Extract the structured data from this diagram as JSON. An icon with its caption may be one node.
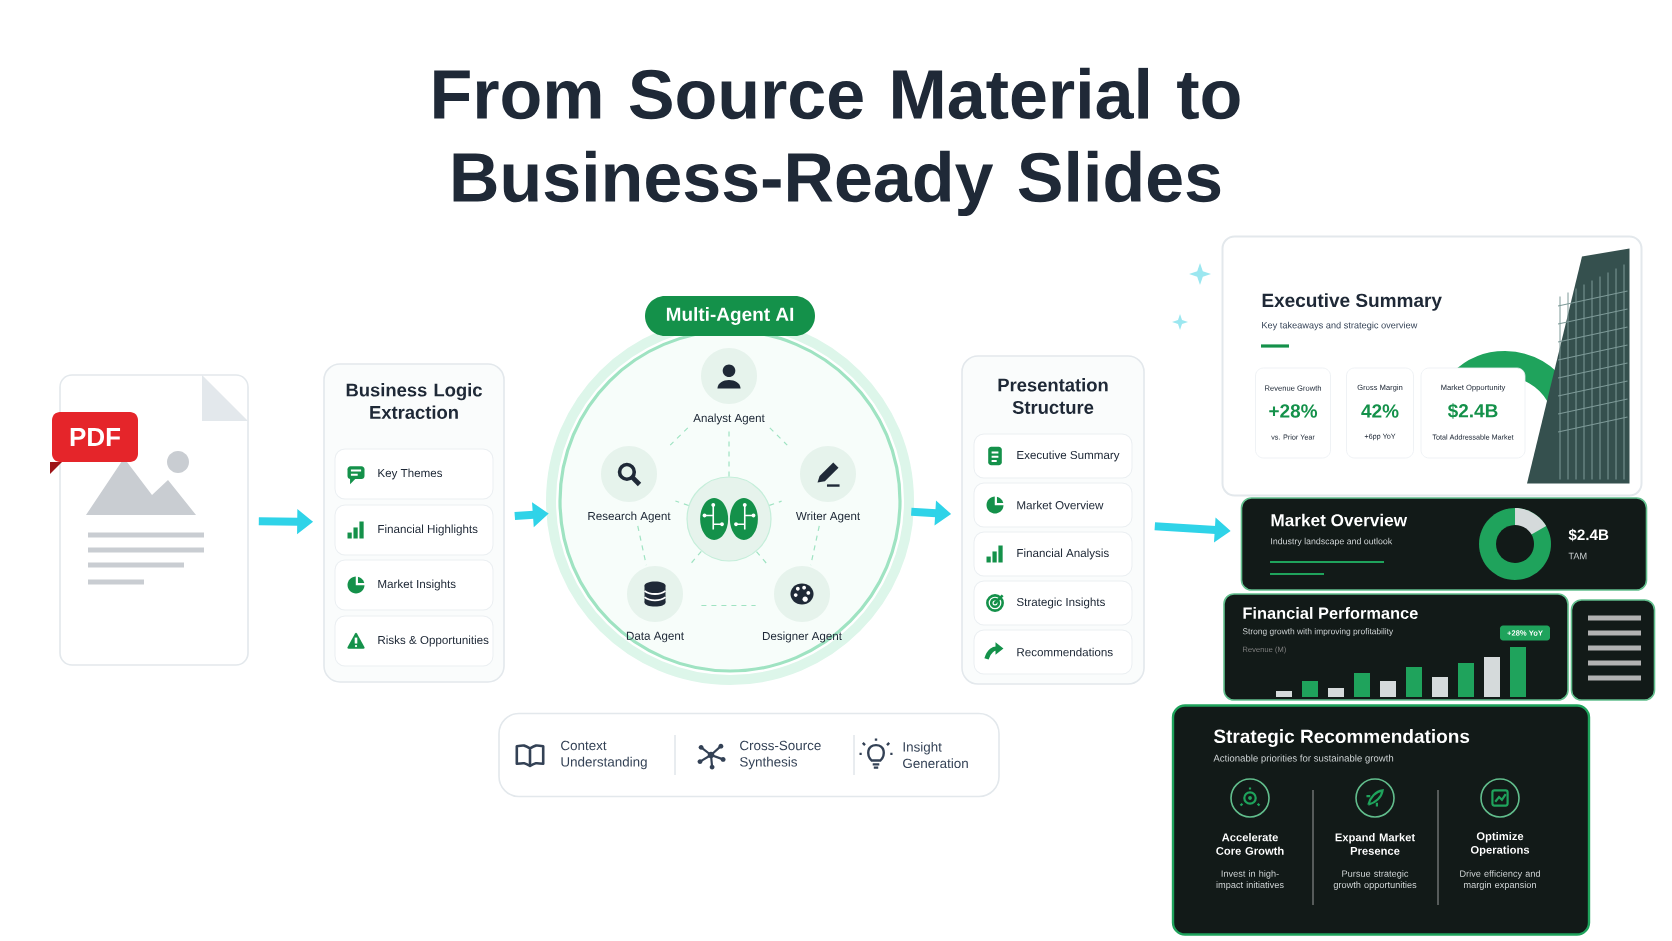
{
  "diagram": {
    "title": "From Source Material to Business-Ready Slides",
    "nodes": [
      {
        "text": [
          "PDF"
        ]
      },
      {
        "text": [
          "Business Logic Extraction"
        ]
      },
      {
        "text": [
          "Key Themes"
        ],
        "in": 1
      },
      {
        "text": [
          "Financial Highlights"
        ],
        "in": 1
      },
      {
        "text": [
          "Market Insights"
        ],
        "in": 1
      },
      {
        "text": [
          "Risks & Opportunities"
        ],
        "in": 1
      },
      {
        "text": [
          "Multi-Agent AI"
        ]
      },
      {
        "text": [],
        "shape": "picture",
        "in": 6
      },
      {
        "text": [
          "Analyst Agent"
        ],
        "in": 6
      },
      {
        "text": [
          "Research Agent"
        ],
        "in": 6
      },
      {
        "text": [
          "Writer Agent"
        ],
        "in": 6
      },
      {
        "text": [
          "Data Agent"
        ],
        "in": 6
      },
      {
        "text": [
          "Designer Agent"
        ],
        "in": 6
      },
      {
        "text": [
          "Presentation Structure"
        ]
      },
      {
        "text": [
          "Executive Summary"
        ],
        "in": 13
      },
      {
        "text": [
          "Market Overview"
        ],
        "in": 13
      },
      {
        "text": [
          "Financial Analysis"
        ],
        "in": 13
      },
      {
        "text": [
          "Strategic Insights"
        ],
        "in": 13
      },
      {
        "text": [
          "Recommendations"
        ],
        "in": 13
      },
      {
        "text": [
          "Executive Summary",
          "Key takeaways and strategic overview"
        ]
      },
      {
        "text": [
          "Revenue Growth",
          "+28%",
          "vs. Prior Year"
        ],
        "in": 19
      },
      {
        "text": [
          "Gross Margin",
          "42%",
          "+6pp YoY"
        ],
        "in": 19
      },
      {
        "text": [
          "Market Opportunity",
          "$2.4B",
          "Total Addressable Market"
        ],
        "in": 19
      },
      {
        "text": [
          "Market Overview",
          "Industry landscape and outlook",
          "$2.4B",
          "TAM"
        ]
      },
      {
        "text": [
          "Financial Performance",
          "Strong growth with improving profitability",
          "Revenue (M)"
        ]
      },
      {
        "text": [
          "+28% YoY"
        ],
        "in": 24
      },
      {
        "text": [],
        "shape": "box"
      },
      {
        "text": [
          "Strategic Recommendations",
          "Actionable priorities for sustainable growth",
          "Accelerate Core Growth",
          "Invest in high-impact initiatives",
          "Expand Market Presence",
          "Pursue strategic growth opportunities",
          "Optimize Operations",
          "Drive efficiency and margin expansion"
        ]
      },
      {
        "text": [
          "Context Understanding",
          "Cross-Source Synthesis",
          "Insight Generation"
        ]
      }
    ],
    "edges": [
      {
        "from": 0,
        "to": 1,
        "arrow": "to",
        "style": "thick",
        "color": "#2fd3e8"
      },
      {
        "from": 1,
        "to": 6,
        "arrow": "to",
        "style": "thick",
        "color": "#2fd3e8"
      },
      {
        "from": 6,
        "to": 13,
        "arrow": "to",
        "style": "thick",
        "color": "#2fd3e8"
      },
      {
        "from": 13,
        "to": 23,
        "arrow": "to",
        "style": "thick",
        "color": "#2fd3e8"
      },
      {
        "from": 7,
        "to": 8,
        "arrow": "none",
        "style": "dashed"
      },
      {
        "from": 7,
        "to": 9,
        "arrow": "none",
        "style": "dashed"
      },
      {
        "from": 7,
        "to": 10,
        "arrow": "none",
        "style": "dashed"
      },
      {
        "from": 7,
        "to": 11,
        "arrow": "none",
        "style": "dashed"
      },
      {
        "from": 7,
        "to": 12,
        "arrow": "none",
        "style": "dashed"
      },
      {
        "from": 8,
        "to": 9,
        "arrow": "none",
        "style": "dashed"
      },
      {
        "from": 8,
        "to": 10,
        "arrow": "none",
        "style": "dashed"
      },
      {
        "from": 9,
        "to": 11,
        "arrow": "none",
        "style": "dashed"
      },
      {
        "from": 10,
        "to": 12,
        "arrow": "none",
        "style": "dashed"
      },
      {
        "from": 11,
        "to": 12,
        "arrow": "none",
        "style": "dashed"
      }
    ]
  }
}
